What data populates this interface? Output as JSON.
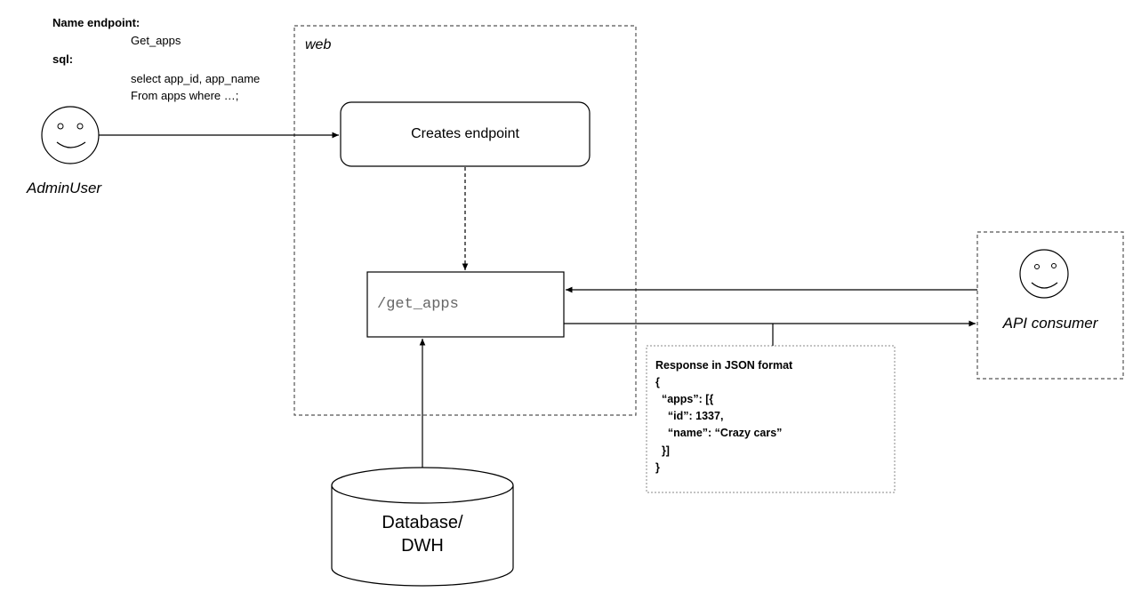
{
  "admin_note": {
    "name_label": "Name endpoint:",
    "name_value": "Get_apps",
    "sql_label": "sql:",
    "sql_line1": "select app_id, app_name",
    "sql_line2": "From apps where …;"
  },
  "admin_user": {
    "label": "AdminUser",
    "icon": "smiley-face-icon"
  },
  "web_container": {
    "label": "web"
  },
  "creates_endpoint": {
    "label": "Creates endpoint"
  },
  "endpoint": {
    "label": "/get_apps"
  },
  "database": {
    "line1": "Database/",
    "line2": "DWH"
  },
  "api_consumer": {
    "label": "API consumer",
    "icon": "smiley-face-icon"
  },
  "response_note": {
    "title": "Response in JSON format",
    "lines": [
      "{",
      "  “apps”: [{",
      "    “id”: 1337,",
      "    “name”: “Crazy cars”",
      "  }]",
      "}"
    ]
  },
  "colors": {
    "line": "#000000",
    "dashed_border": "#555555",
    "endpoint_text": "#666666"
  }
}
